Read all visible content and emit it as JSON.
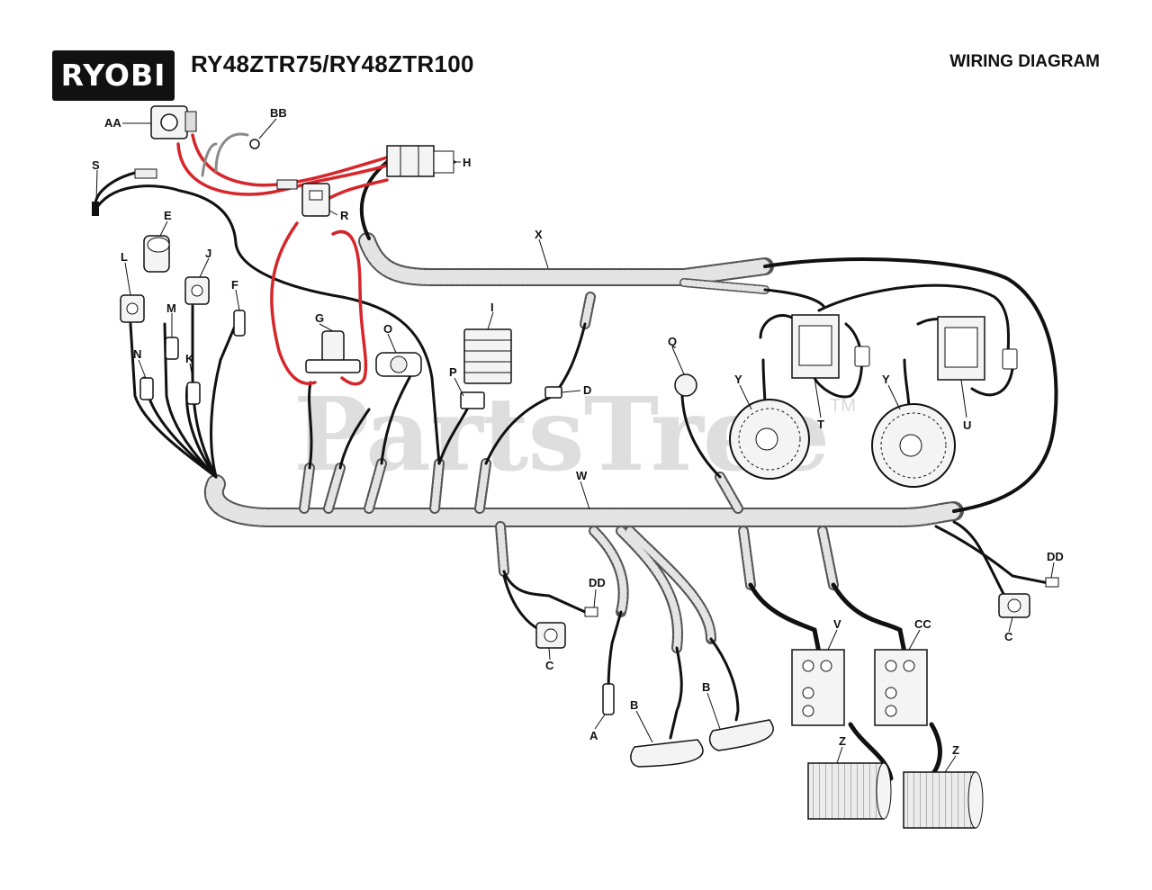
{
  "header": {
    "logo_text": "RYOBI",
    "model": "RY48ZTR75/RY48ZTR100",
    "doc_type": "WIRING DIAGRAM"
  },
  "watermark": {
    "text": "PartsTree",
    "tm": "TM"
  },
  "callouts": {
    "A": "A",
    "B1": "B",
    "B2": "B",
    "C1": "C",
    "C2": "C",
    "D": "D",
    "DD1": "DD",
    "DD2": "DD",
    "E": "E",
    "F": "F",
    "G": "G",
    "H": "H",
    "I": "I",
    "J": "J",
    "K": "K",
    "L": "L",
    "M": "M",
    "N": "N",
    "O": "O",
    "P": "P",
    "Q": "Q",
    "R": "R",
    "S": "S",
    "T": "T",
    "U": "U",
    "V": "V",
    "W": "W",
    "X": "X",
    "Y1": "Y",
    "Y2": "Y",
    "Z1": "Z",
    "Z2": "Z",
    "AA": "AA",
    "BB": "BB",
    "CC": "CC"
  },
  "colors": {
    "wire_black": "#111111",
    "wire_red": "#d6262b",
    "wire_gray": "#8a8a8a",
    "conduit_fill": "#e6e6e6",
    "watermark": "#d9d9d9"
  }
}
